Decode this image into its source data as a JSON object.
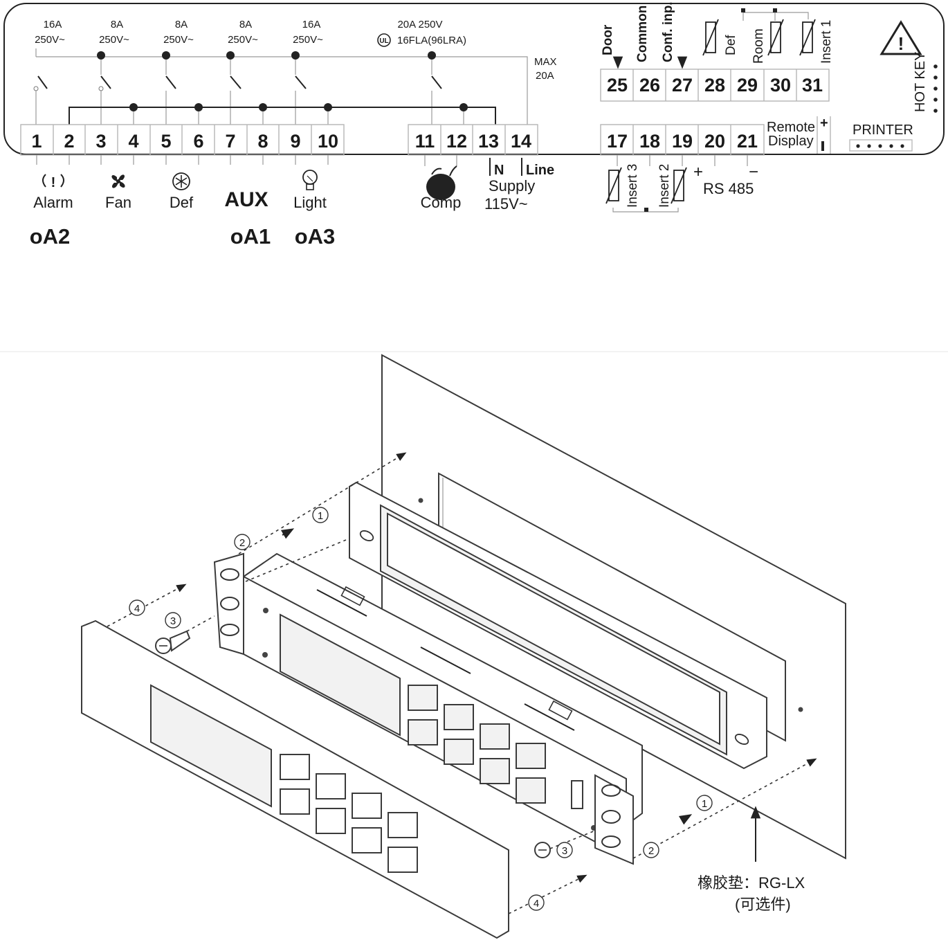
{
  "wiring": {
    "relays": [
      {
        "amps": "16A",
        "volts": "250V~"
      },
      {
        "amps": "8A",
        "volts": "250V~"
      },
      {
        "amps": "8A",
        "volts": "250V~"
      },
      {
        "amps": "8A",
        "volts": "250V~"
      },
      {
        "amps": "16A",
        "volts": "250V~"
      }
    ],
    "comp_rating": {
      "line1": "20A 250V",
      "line2": "16FLA(96LRA)"
    },
    "max_label": {
      "line1": "MAX",
      "line2": "20A"
    },
    "bottom_terminals": [
      "1",
      "2",
      "3",
      "4",
      "5",
      "6",
      "7",
      "8",
      "9",
      "10",
      "11",
      "12",
      "13",
      "14"
    ],
    "right_bottom_terminals": [
      "17",
      "18",
      "19",
      "20",
      "21"
    ],
    "top_terminals": [
      "25",
      "26",
      "27",
      "28",
      "29",
      "30",
      "31"
    ],
    "input_labels": {
      "door": "Door",
      "common": "Common",
      "conf": "Conf. inp.",
      "def": "Def",
      "room": "Room",
      "insert1": "Insert 1"
    },
    "output_labels": {
      "alarm": "Alarm",
      "fan": "Fan",
      "def": "Def",
      "aux": "AUX",
      "light": "Light",
      "comp": "Comp"
    },
    "output_codes": {
      "oA2": "oA2",
      "oA1": "oA1",
      "oA3": "oA3"
    },
    "supply": {
      "n": "N",
      "line": "Line",
      "supply": "Supply",
      "volt": "115V~"
    },
    "remote_display": {
      "line1": "Remote",
      "line2": "Display"
    },
    "printer": "PRINTER",
    "hot_key": "HOT KEY",
    "rs485": {
      "plus": "+",
      "label": "RS 485",
      "minus": "−"
    },
    "inserts": {
      "insert3": "Insert 3",
      "insert2": "Insert 2"
    },
    "remote_plus": "+",
    "ul_mark": "UL"
  },
  "assembly": {
    "steps": [
      "1",
      "2",
      "3",
      "4"
    ],
    "gasket_label": "橡胶垫：RG-LX",
    "optional_label": "(可选件)"
  }
}
